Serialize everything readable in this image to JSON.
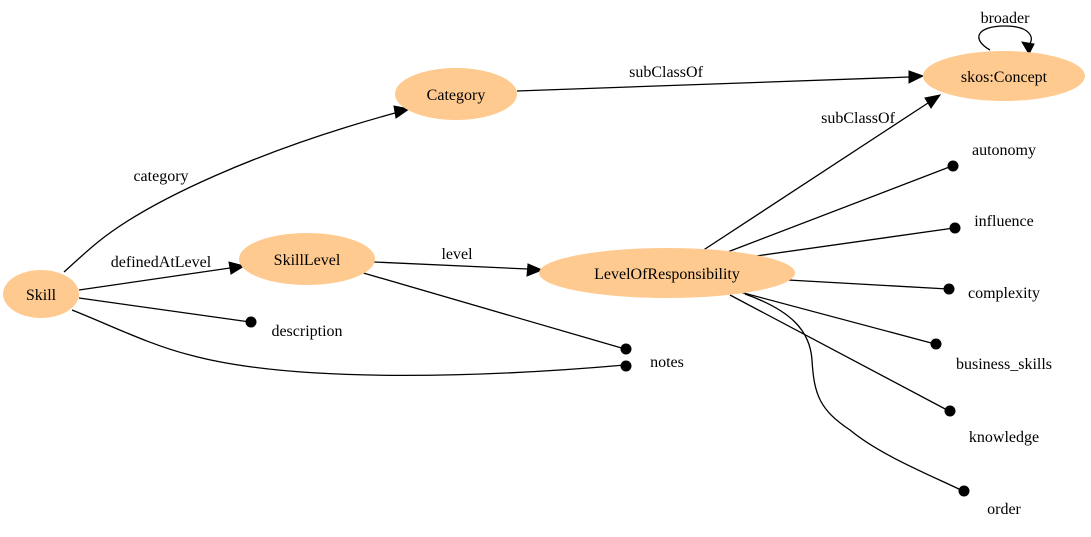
{
  "nodes": {
    "skill": "Skill",
    "category": "Category",
    "skill_level": "SkillLevel",
    "level_of_responsibility": "LevelOfResponsibility",
    "skos_concept": "skos:Concept"
  },
  "edges": {
    "category": "category",
    "defined_at_level": "definedAtLevel",
    "level": "level",
    "subclassof_category": "subClassOf",
    "subclassof_lor": "subClassOf",
    "broader": "broader"
  },
  "properties": {
    "description": "description",
    "notes": "notes",
    "autonomy": "autonomy",
    "influence": "influence",
    "complexity": "complexity",
    "business_skills": "business_skills",
    "knowledge": "knowledge",
    "order": "order"
  },
  "colors": {
    "node_fill": "#ffca90",
    "line": "#000000"
  }
}
